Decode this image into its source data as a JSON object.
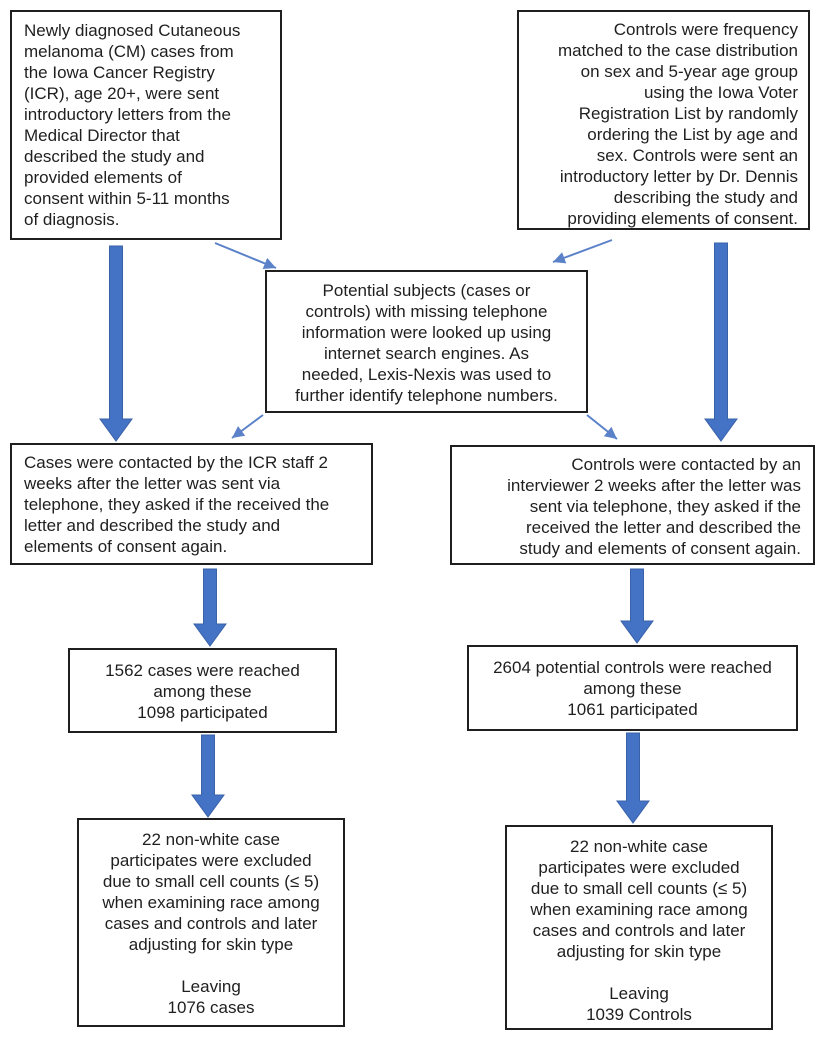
{
  "flowchart": {
    "boxes": {
      "cases_intro": {
        "text": "Newly diagnosed Cutaneous\nmelanoma (CM) cases from\nthe Iowa Cancer Registry\n(ICR), age 20+, were sent\nintroductory letters from the\nMedical Director that\ndescribed the study and\nprovided elements of\nconsent within 5-11 months\nof diagnosis."
      },
      "controls_intro": {
        "text": "Controls were frequency\nmatched to the case distribution\non sex and 5-year age group\nusing the Iowa Voter\nRegistration List by randomly\nordering the List by age and\nsex. Controls were sent an\nintroductory letter by Dr. Dennis\ndescribing the study and\nproviding elements of consent."
      },
      "phone_lookup": {
        "text": "Potential subjects (cases or\ncontrols) with missing telephone\ninformation were looked up using\ninternet search engines. As\nneeded, Lexis-Nexis was used to\nfurther identify telephone numbers."
      },
      "cases_contacted": {
        "text": "Cases were contacted by the ICR staff 2\nweeks after the letter was sent via\ntelephone, they asked if the received the\nletter and described the study and\nelements of consent again."
      },
      "controls_contacted": {
        "text": "Controls were contacted by an\ninterviewer 2 weeks after the letter was\nsent via telephone, they asked if the\nreceived the letter and described the\nstudy and elements of consent again."
      },
      "cases_reached": {
        "text": "1562 cases were reached\namong these\n1098 participated"
      },
      "controls_reached": {
        "text": "2604 potential controls were reached\namong these\n1061 participated"
      },
      "cases_excluded": {
        "text": "22 non-white case\nparticipates were excluded\ndue to small cell counts (≤ 5)\nwhen examining race among\ncases and controls and later\nadjusting for skin type\n\nLeaving\n1076 cases"
      },
      "controls_excluded": {
        "text": "22 non-white case\nparticipates were excluded\ndue to small cell counts (≤ 5)\nwhen examining race among\ncases and controls and later\nadjusting for skin type\n\nLeaving\n1039 Controls"
      }
    },
    "counts": {
      "cases_reached": 1562,
      "cases_participated": 1098,
      "controls_reached": 2604,
      "controls_participated": 1061,
      "cases_excluded": 22,
      "controls_excluded": 22,
      "cases_final": 1076,
      "controls_final": 1039
    },
    "edges": [
      {
        "from": "cases_intro",
        "to": "cases_contacted",
        "style": "thick"
      },
      {
        "from": "cases_intro",
        "to": "phone_lookup",
        "style": "thin"
      },
      {
        "from": "controls_intro",
        "to": "controls_contacted",
        "style": "thick"
      },
      {
        "from": "controls_intro",
        "to": "phone_lookup",
        "style": "thin"
      },
      {
        "from": "phone_lookup",
        "to": "cases_contacted",
        "style": "thin"
      },
      {
        "from": "phone_lookup",
        "to": "controls_contacted",
        "style": "thin"
      },
      {
        "from": "cases_contacted",
        "to": "cases_reached",
        "style": "thick"
      },
      {
        "from": "controls_contacted",
        "to": "controls_reached",
        "style": "thick"
      },
      {
        "from": "cases_reached",
        "to": "cases_excluded",
        "style": "thick"
      },
      {
        "from": "controls_reached",
        "to": "controls_excluded",
        "style": "thick"
      }
    ],
    "colors": {
      "thick_arrow": "#4472C4",
      "thin_arrow": "#5B82C8",
      "box_border": "#1F1F1F",
      "text": "#1F1F1F",
      "background": "#FFFFFF"
    }
  }
}
